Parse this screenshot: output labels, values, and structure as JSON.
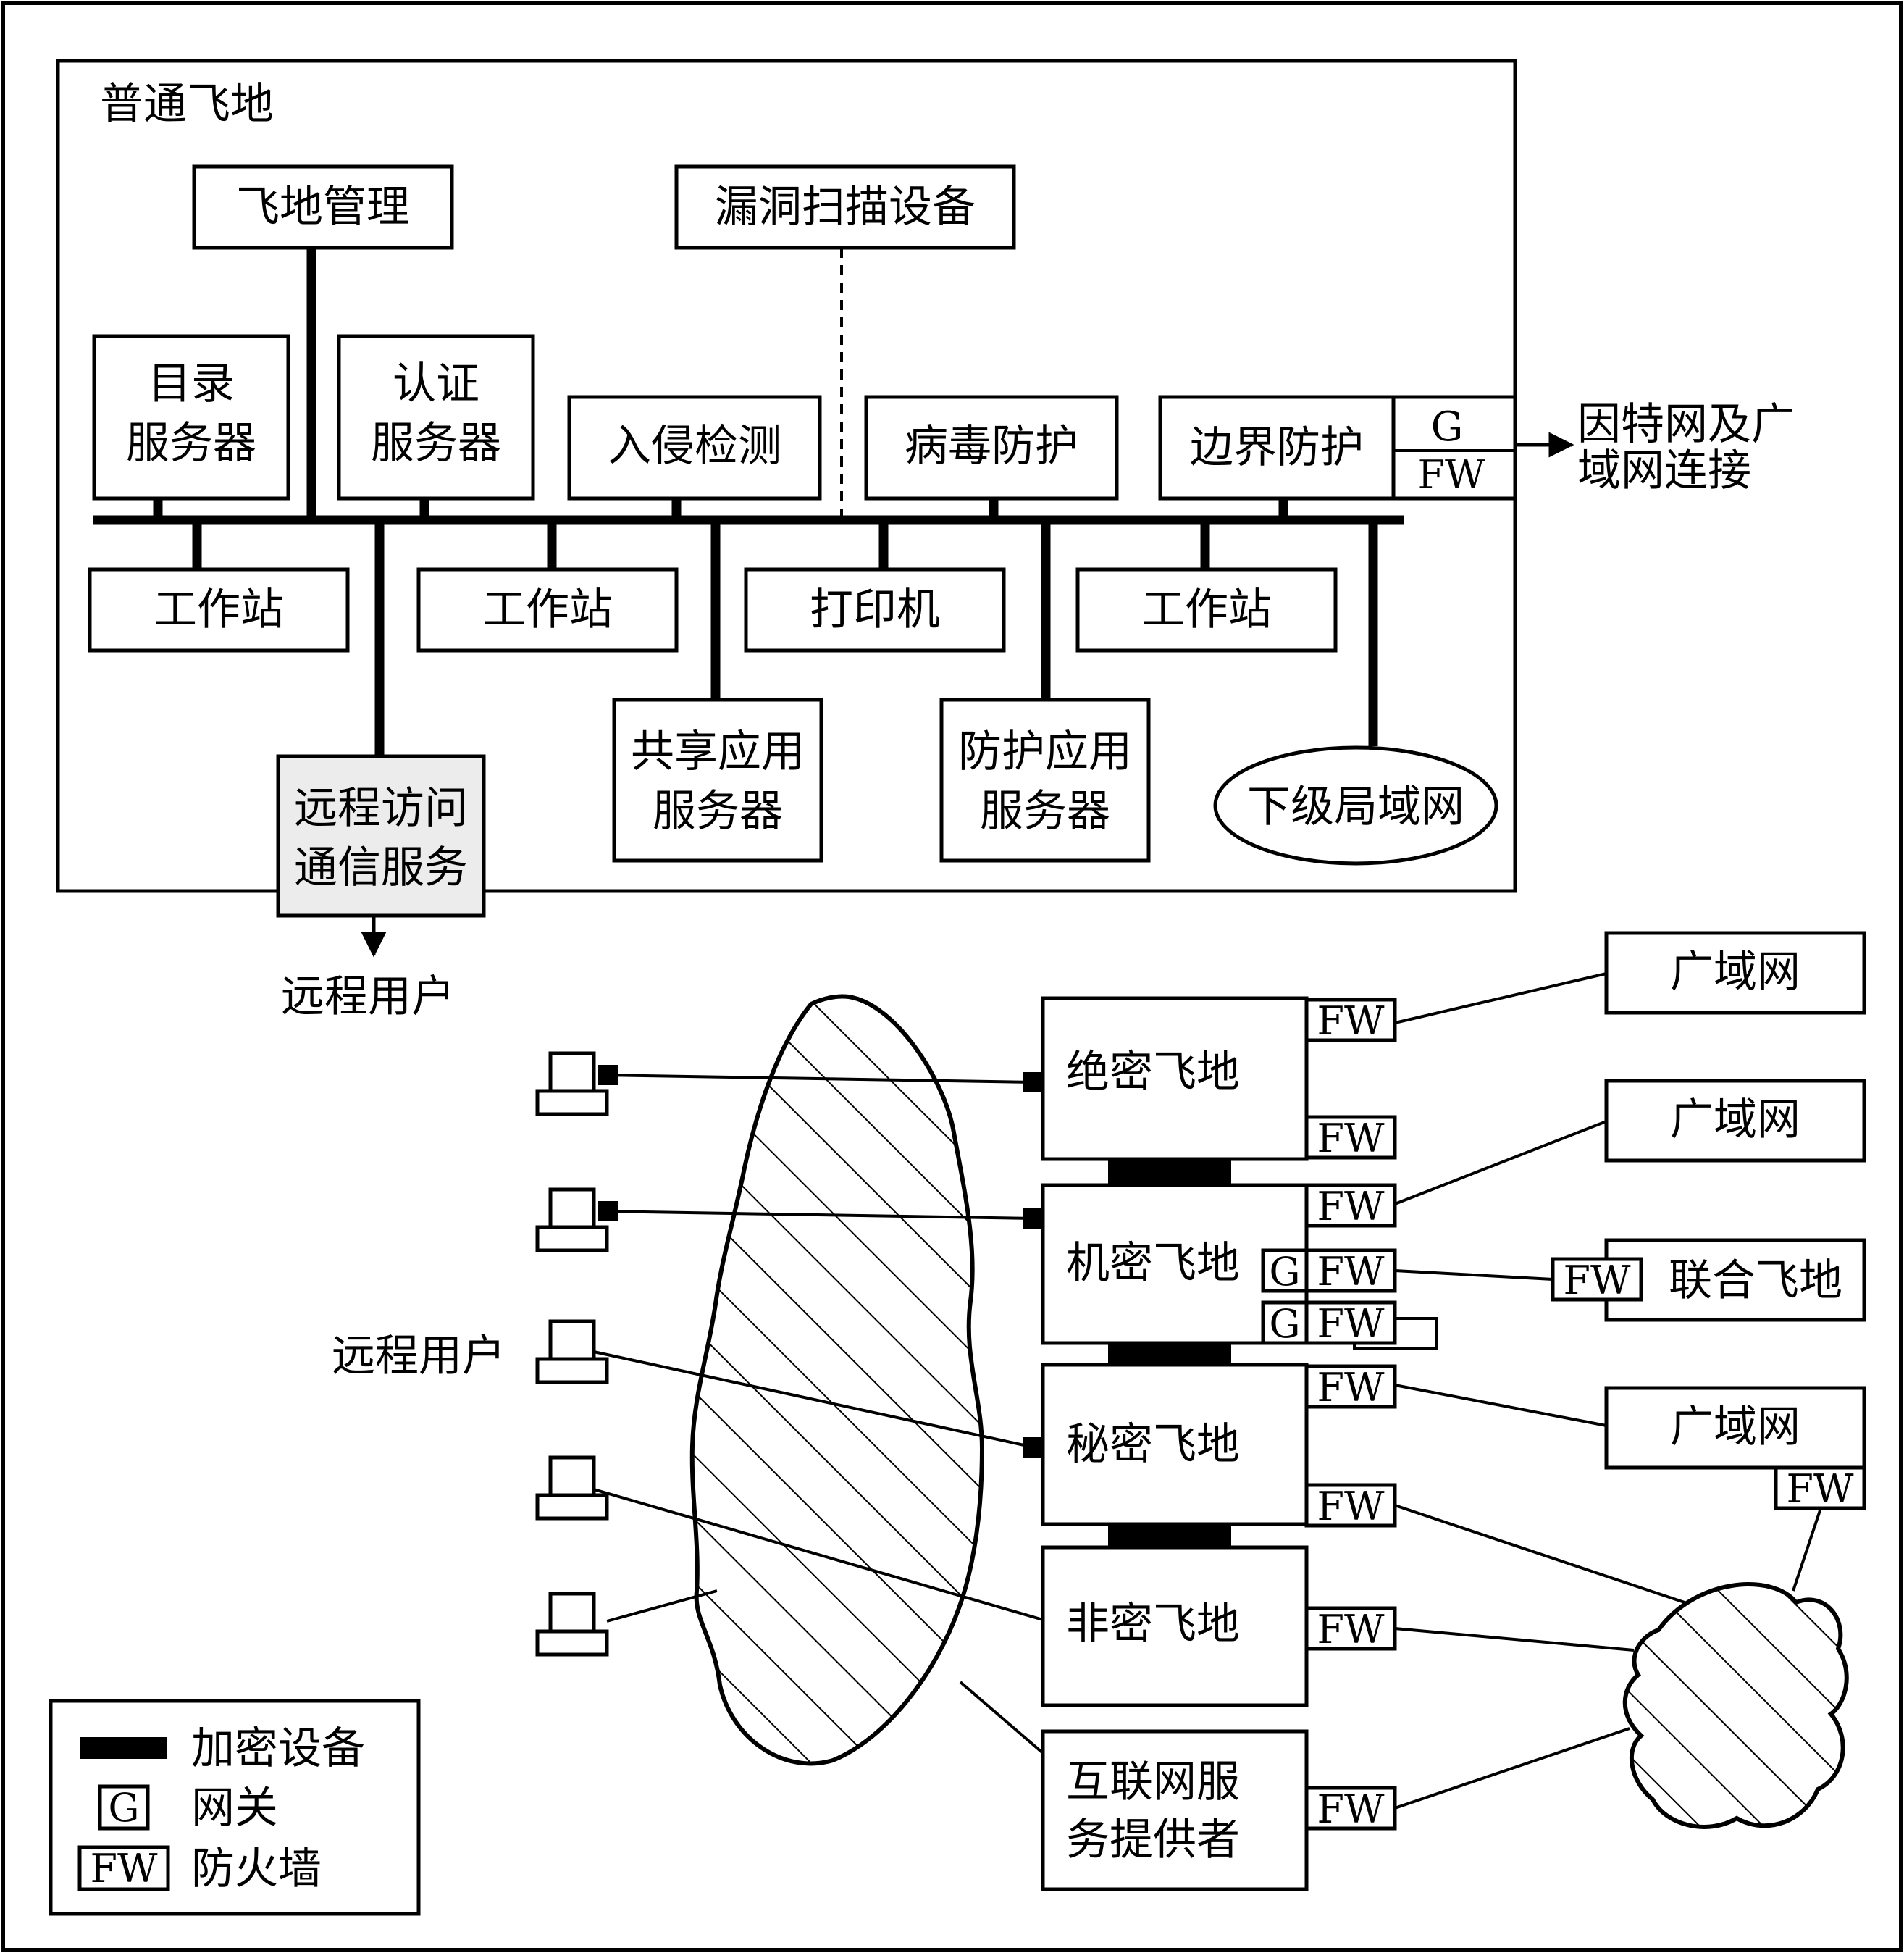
{
  "top_section": {
    "title": "普通飞地",
    "management": "飞地管理",
    "vuln_scanner": "漏洞扫描设备",
    "directory_server": [
      "目录",
      "服务器"
    ],
    "auth_server": [
      "认证",
      "服务器"
    ],
    "intrusion_detection": "入侵检测",
    "virus_protection": "病毒防护",
    "boundary_protection": "边界防护",
    "gateway_label": "G",
    "firewall_label": "FW",
    "internet_link": [
      "因特网及广",
      "域网连接"
    ],
    "workstation_1": "工作站",
    "workstation_2": "工作站",
    "workstation_3": "工作站",
    "printer": "打印机",
    "shared_app_server": [
      "共享应用",
      "服务器"
    ],
    "protect_app_server": [
      "防护应用",
      "服务器"
    ],
    "sub_lan": "下级局域网",
    "remote_access": [
      "远程访问",
      "通信服务"
    ],
    "remote_users": "远程用户"
  },
  "bottom_section": {
    "top_secret": "绝密飞地",
    "confidential": "机密飞地",
    "secret": "秘密飞地",
    "unclassified": "非密飞地",
    "isp": [
      "互联网服",
      "务提供者"
    ],
    "wan_1": "广域网",
    "wan_2": "广域网",
    "wan_3": "广域网",
    "joint_enclave": "联合飞地",
    "remote_users": "远程用户",
    "fw_label": "FW",
    "g_label": "G"
  },
  "legend": {
    "encryption": "加密设备",
    "gateway_symbol": "G",
    "gateway": "网关",
    "firewall_symbol": "FW",
    "firewall": "防火墙"
  }
}
